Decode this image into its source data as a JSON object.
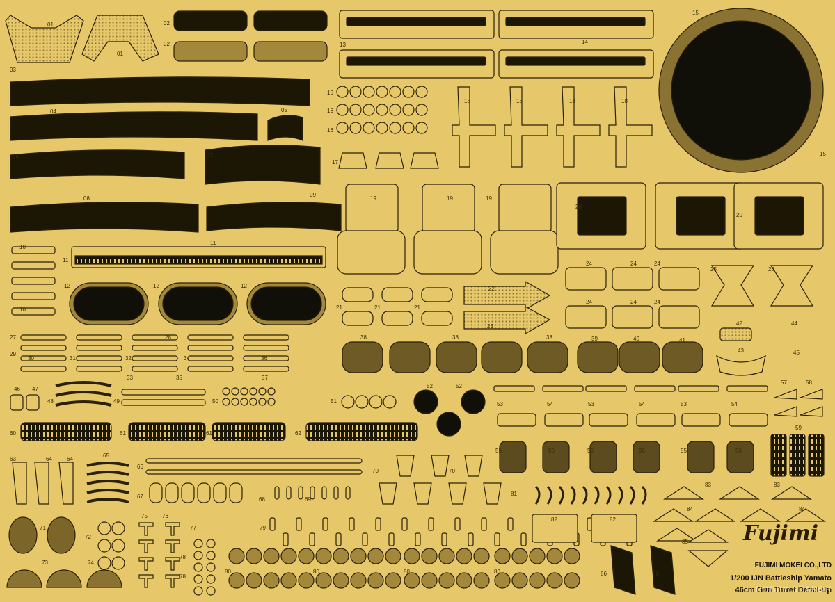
{
  "sheet": {
    "colors": {
      "brass": "#e6c76a",
      "etched": "#1c1604",
      "outline": "#2b2106",
      "mesh": "#8f7838"
    },
    "part_numbers": [
      "01",
      "02",
      "03",
      "04",
      "05",
      "06",
      "07",
      "08",
      "09",
      "10",
      "11",
      "12",
      "13",
      "14",
      "15",
      "16",
      "17",
      "18",
      "19",
      "20",
      "21",
      "22",
      "23",
      "24",
      "25",
      "26",
      "27",
      "28",
      "29",
      "30",
      "31",
      "32",
      "33",
      "34",
      "35",
      "36",
      "37",
      "38",
      "39",
      "40",
      "41",
      "42",
      "43",
      "44",
      "45",
      "46",
      "47",
      "48",
      "49",
      "50",
      "51",
      "52",
      "53",
      "54",
      "55",
      "56",
      "57",
      "58",
      "59",
      "60",
      "61",
      "62",
      "63",
      "64",
      "65",
      "66",
      "67",
      "68",
      "69",
      "70",
      "71",
      "72",
      "73",
      "74",
      "75",
      "76",
      "77",
      "78",
      "79",
      "80",
      "81",
      "82",
      "83",
      "84",
      "85",
      "86"
    ]
  },
  "brand_logo": "Fujimi",
  "manufacturer": "FUJIMI MOKEI CO.,LTD",
  "title_line1": "1/200 IJN Battleship Yamato",
  "title_line2": "46cm Gun Turret Detail-Up",
  "watermark": "HOBBY SEARCH"
}
